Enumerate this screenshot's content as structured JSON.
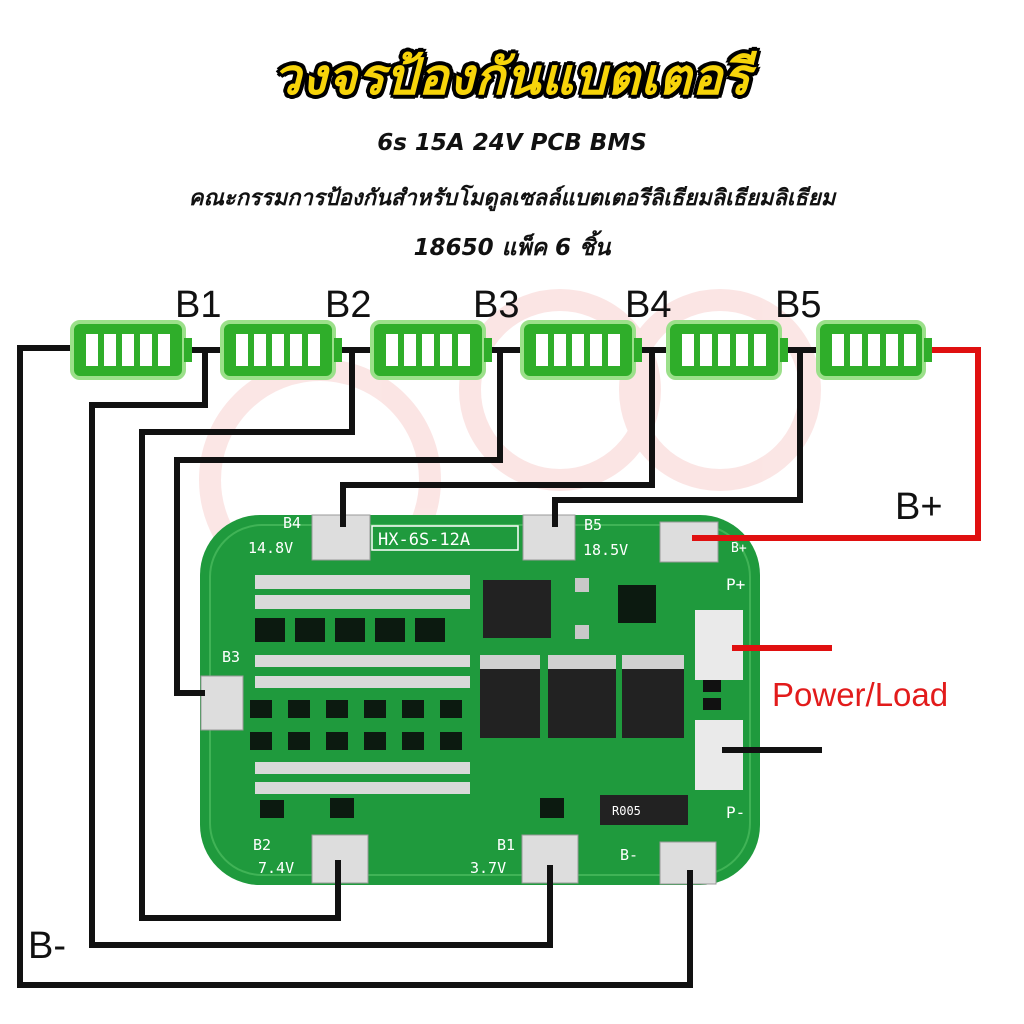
{
  "header": {
    "title": "วงจรป้องกันแบตเตอรี",
    "line1": "6s 15A 24V PCB BMS",
    "line2": "คณะกรรมการป้องกันสำหรับโมดูลเซลล์แบตเตอรีลิเธียมลิเธียมลิเธียม",
    "line3": "18650 แพ็ค 6 ชิ้น"
  },
  "taps": [
    "B1",
    "B2",
    "B3",
    "B4",
    "B5"
  ],
  "terminals": {
    "b_plus": "B+",
    "b_minus": "B-",
    "load": "Power/Load"
  },
  "pcb": {
    "model": "HX-6S-12A",
    "pad_b4": "B4",
    "pad_b4_v": "14.8V",
    "pad_b5": "B5",
    "pad_b5_v": "18.5V",
    "pad_b2": "B2",
    "pad_b2_v": "7.4V",
    "pad_b1": "B1",
    "pad_b1_v": "3.7V",
    "pad_b3": "B3",
    "pad_bm": "B-",
    "bplus_mark": "B+",
    "pplus_mark": "P+",
    "pminus_mark": "P-",
    "resistor": "R005"
  },
  "colors": {
    "battery": "#2fae2a",
    "battery_light": "#9be08a",
    "pcb": "#1f9a3d",
    "wire": "#111111",
    "wire_pos": "#e01010",
    "title": "#f7d40a"
  }
}
